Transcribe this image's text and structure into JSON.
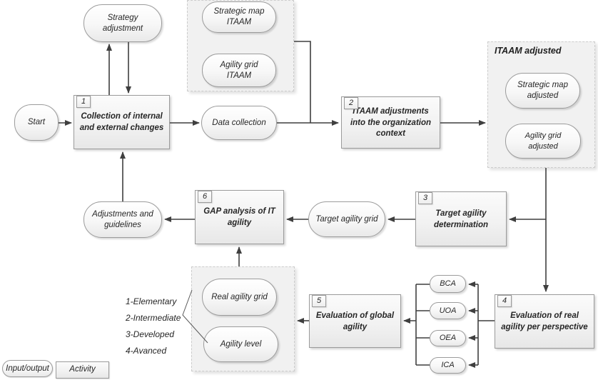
{
  "figure": {
    "nodes": {
      "start": "Start",
      "strategy_adjustment": "Strategy adjustment",
      "strategic_map_itaam": "Strategic map ITAAM",
      "agility_grid_itaam": "Agility grid ITAAM",
      "data_collection": "Data collection",
      "strategic_map_adjusted": "Strategic map adjusted",
      "agility_grid_adjusted": "Agility grid adjusted",
      "target_agility_grid": "Target agility grid",
      "adjustments_and_guidelines": "Adjustments and guidelines",
      "real_agility_grid": "Real agility grid",
      "agility_level": "Agility level",
      "bca": "BCA",
      "uoa": "UOA",
      "oea": "OEA",
      "ica": "ICA"
    },
    "activities": {
      "a1": {
        "num": "1",
        "label": "Collection of internal and external changes"
      },
      "a2": {
        "num": "2",
        "label": "ITAAM adjustments into the organization context"
      },
      "a3": {
        "num": "3",
        "label": "Target agility determination"
      },
      "a4": {
        "num": "4",
        "label": "Evaluation of real agility per perspective"
      },
      "a5": {
        "num": "5",
        "label": "Evaluation of global agility"
      },
      "a6": {
        "num": "6",
        "label": "GAP analysis of IT agility"
      }
    },
    "groups": {
      "itaam_adjusted": "ITAAM adjusted"
    },
    "agility_levels": [
      "1-Elementary",
      "2-Intermediate",
      "3-Developed",
      "4-Avanced"
    ],
    "legend": {
      "input_output": "Input/output",
      "activity": "Activity"
    },
    "colors": {
      "arrow": "#3f3f3f",
      "node_border": "#9b9b9b",
      "container_bg": "#f1f1f1",
      "text": "#262626"
    }
  }
}
